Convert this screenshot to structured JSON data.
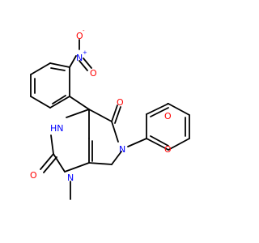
{
  "atoms": [
    {
      "id": "N_nitro",
      "label": "N",
      "charge": "+",
      "color": "#0000ff"
    },
    {
      "id": "O_nitro_minus",
      "label": "O",
      "charge": "-",
      "color": "#ff0000"
    },
    {
      "id": "O_nitro",
      "label": "O",
      "charge": "",
      "color": "#ff0000"
    },
    {
      "id": "NH",
      "label": "HN",
      "charge": "",
      "color": "#0000ff"
    },
    {
      "id": "O_lactam",
      "label": "O",
      "charge": "",
      "color": "#ff0000"
    },
    {
      "id": "N_ring",
      "label": "N",
      "charge": "",
      "color": "#0000ff"
    },
    {
      "id": "O_urea",
      "label": "O",
      "charge": "",
      "color": "#ff0000"
    },
    {
      "id": "N_methyl",
      "label": "N",
      "charge": "",
      "color": "#0000ff"
    },
    {
      "id": "O_carbonyl",
      "label": "O",
      "charge": "",
      "color": "#ff0000"
    },
    {
      "id": "O_ester",
      "label": "O",
      "charge": "",
      "color": "#ff0000"
    }
  ]
}
